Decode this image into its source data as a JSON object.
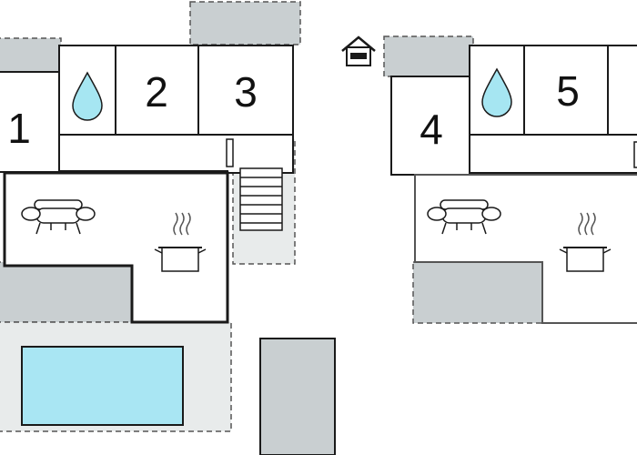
{
  "colors": {
    "wall": "#1a1a1a",
    "outdoor_fill": "#c9cfd1",
    "terrace_fill": "#e8ebeb",
    "pool_water": "#a9e6f3",
    "drop_fill": "#a6e6f2",
    "background": "#ffffff"
  },
  "house_left": {
    "rooms": [
      {
        "number": "1",
        "kind": "bedroom"
      },
      {
        "number": "2",
        "kind": "bedroom"
      },
      {
        "number": "3",
        "kind": "bedroom"
      }
    ],
    "icons": [
      "water-drop-icon",
      "sofa-icon",
      "cooking-pot-icon",
      "staircase-icon"
    ],
    "features": [
      "pool",
      "parking",
      "terrace"
    ]
  },
  "house_right": {
    "rooms": [
      {
        "number": "4",
        "kind": "bedroom"
      },
      {
        "number": "5",
        "kind": "bedroom"
      }
    ],
    "icons": [
      "house-icon",
      "water-drop-icon",
      "sofa-icon",
      "cooking-pot-icon"
    ],
    "features": [
      "terrace"
    ]
  }
}
